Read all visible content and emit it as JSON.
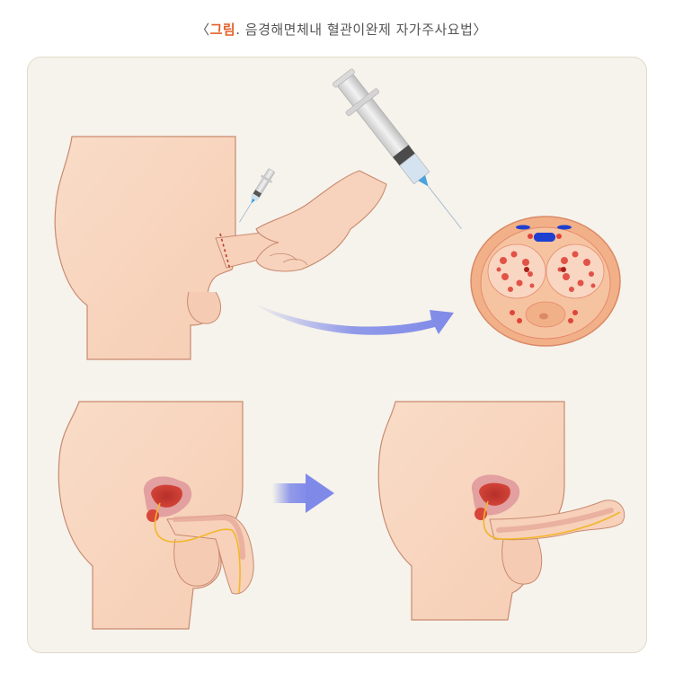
{
  "caption": {
    "open_bracket": "〈",
    "label": "그림",
    "separator": ".",
    "title": "음경해면체내 혈관이완제 자가주사요법",
    "close_bracket": "〉"
  },
  "figure": {
    "panels": [
      {
        "id": "injection",
        "description": "Self-injection into the side of the penis with a syringe while holding the shaft"
      },
      {
        "id": "cross-section",
        "description": "Cross-section of the penis showing needle entering the corpus cavernosum"
      },
      {
        "id": "before",
        "description": "Flaccid state before injection"
      },
      {
        "id": "after",
        "description": "Erect state after injection"
      }
    ],
    "arrows": [
      {
        "id": "curved-arrow",
        "from": "injection",
        "to": "cross-section"
      },
      {
        "id": "straight-arrow",
        "from": "before",
        "to": "after"
      }
    ]
  },
  "colors": {
    "accent": "#e2622b",
    "caption_text": "#555555",
    "panel_bg": "#f6f3ec",
    "panel_border": "#e3d9ca",
    "skin": "#f7d3bd",
    "skin_outline": "#c98a70",
    "arrow": "#7f8ae8",
    "tissue_red": "#e0443a",
    "vessel_blue": "#1e3fd0",
    "urethra_yellow": "#f2b72a"
  }
}
